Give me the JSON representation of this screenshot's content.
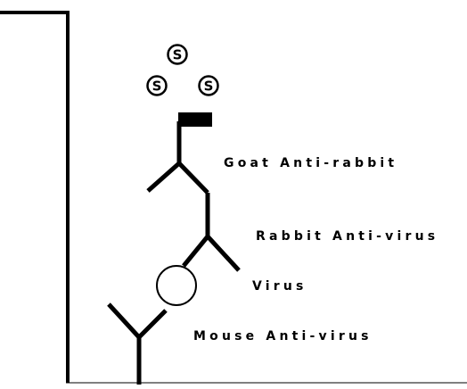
{
  "labels": {
    "goat": "Goat Anti-rabbit",
    "rabbit": "Rabbit Anti-virus",
    "virus": "Virus",
    "mouse": "Mouse Anti-virus"
  },
  "substrate": {
    "symbol": "S",
    "count": 3
  }
}
